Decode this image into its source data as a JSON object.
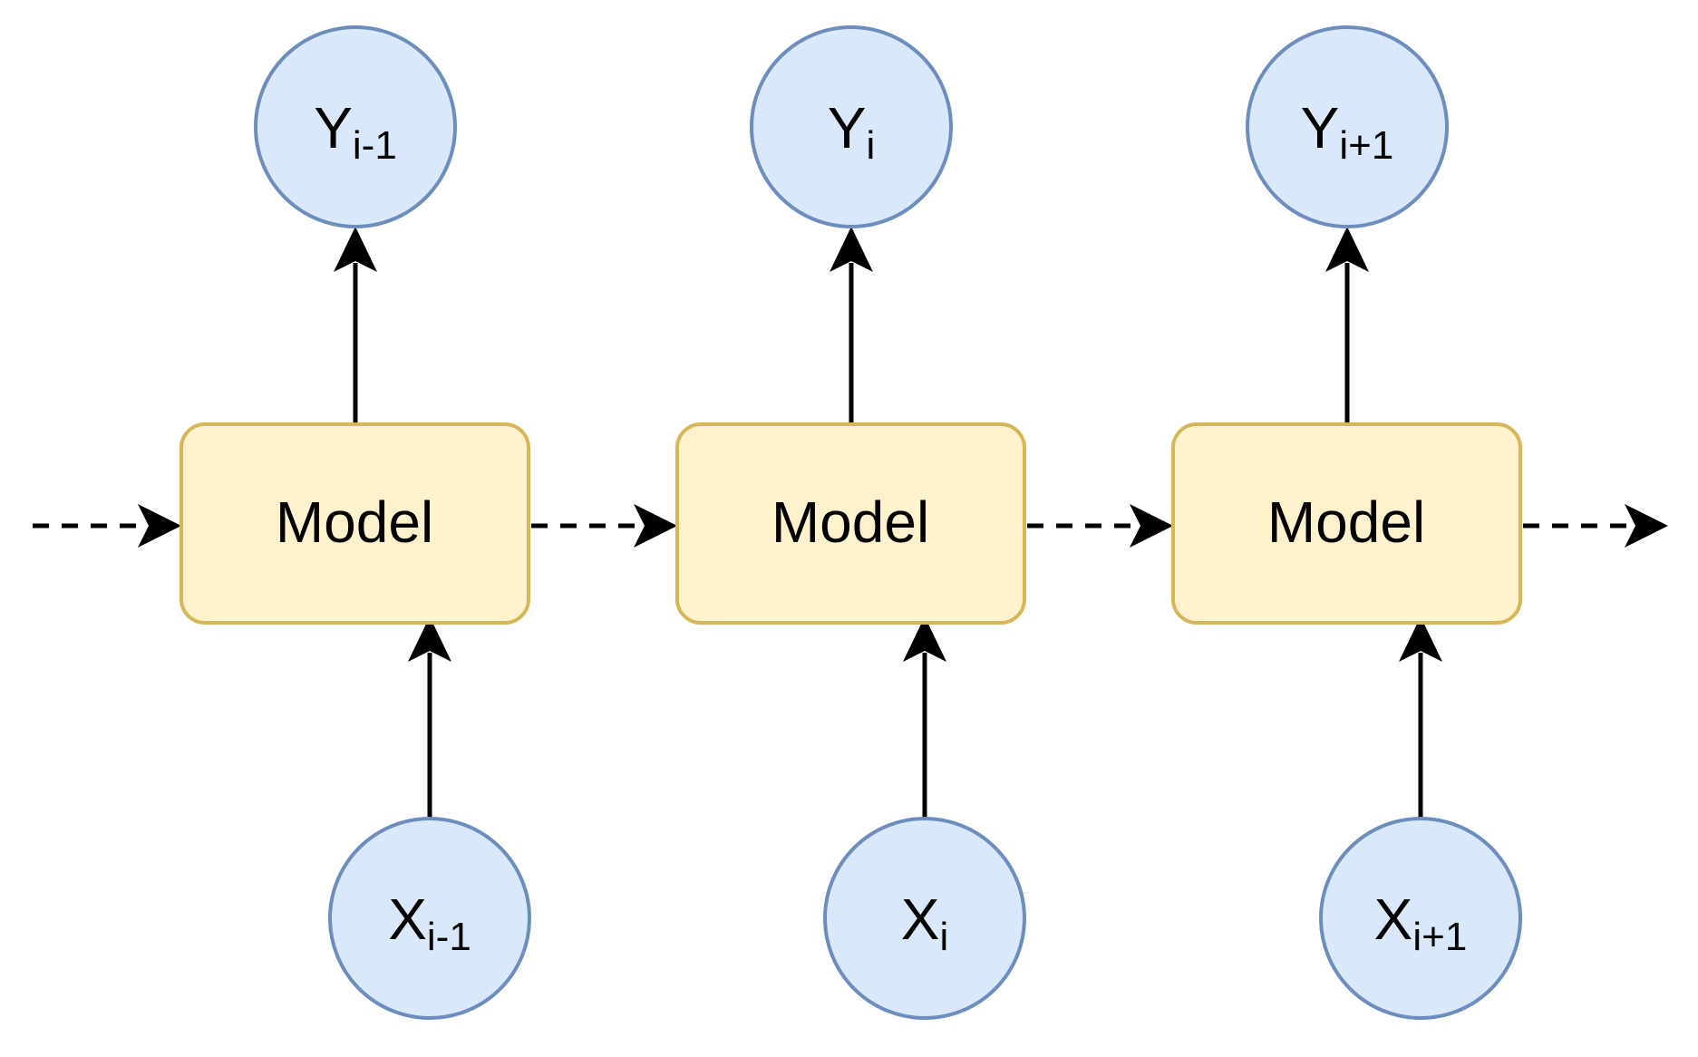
{
  "diagram": {
    "model_label": "Model",
    "steps": [
      {
        "output": {
          "base": "Y",
          "sub": "i-1"
        },
        "input": {
          "base": "X",
          "sub": "i-1"
        }
      },
      {
        "output": {
          "base": "Y",
          "sub": "i"
        },
        "input": {
          "base": "X",
          "sub": "i"
        }
      },
      {
        "output": {
          "base": "Y",
          "sub": "i+1"
        },
        "input": {
          "base": "X",
          "sub": "i+1"
        }
      }
    ],
    "colors": {
      "model_fill": "#fff2cc",
      "model_stroke": "#d6b656",
      "node_fill": "#dae8fc",
      "node_stroke": "#6c8ebf",
      "edge": "#000000"
    }
  }
}
